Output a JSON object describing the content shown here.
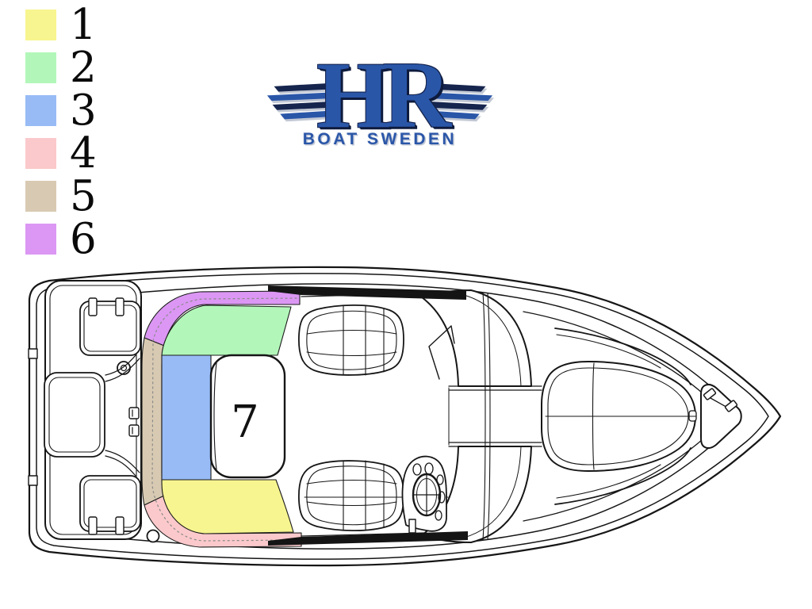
{
  "legend": {
    "items": [
      {
        "label": "1",
        "color": "#F7F58F"
      },
      {
        "label": "2",
        "color": "#B2F7B9"
      },
      {
        "label": "3",
        "color": "#98BBF5"
      },
      {
        "label": "4",
        "color": "#FBC9CB"
      },
      {
        "label": "5",
        "color": "#D8CAB2"
      },
      {
        "label": "6",
        "color": "#DB97F3"
      }
    ]
  },
  "logo": {
    "title": "HR",
    "subtitle": "BOAT SWEDEN",
    "primary_color": "#2A56A8",
    "dark_color": "#0E1B3D",
    "wing_icon": "speed-stripes"
  },
  "boat": {
    "center_label": "7",
    "line_color": "#161616"
  }
}
